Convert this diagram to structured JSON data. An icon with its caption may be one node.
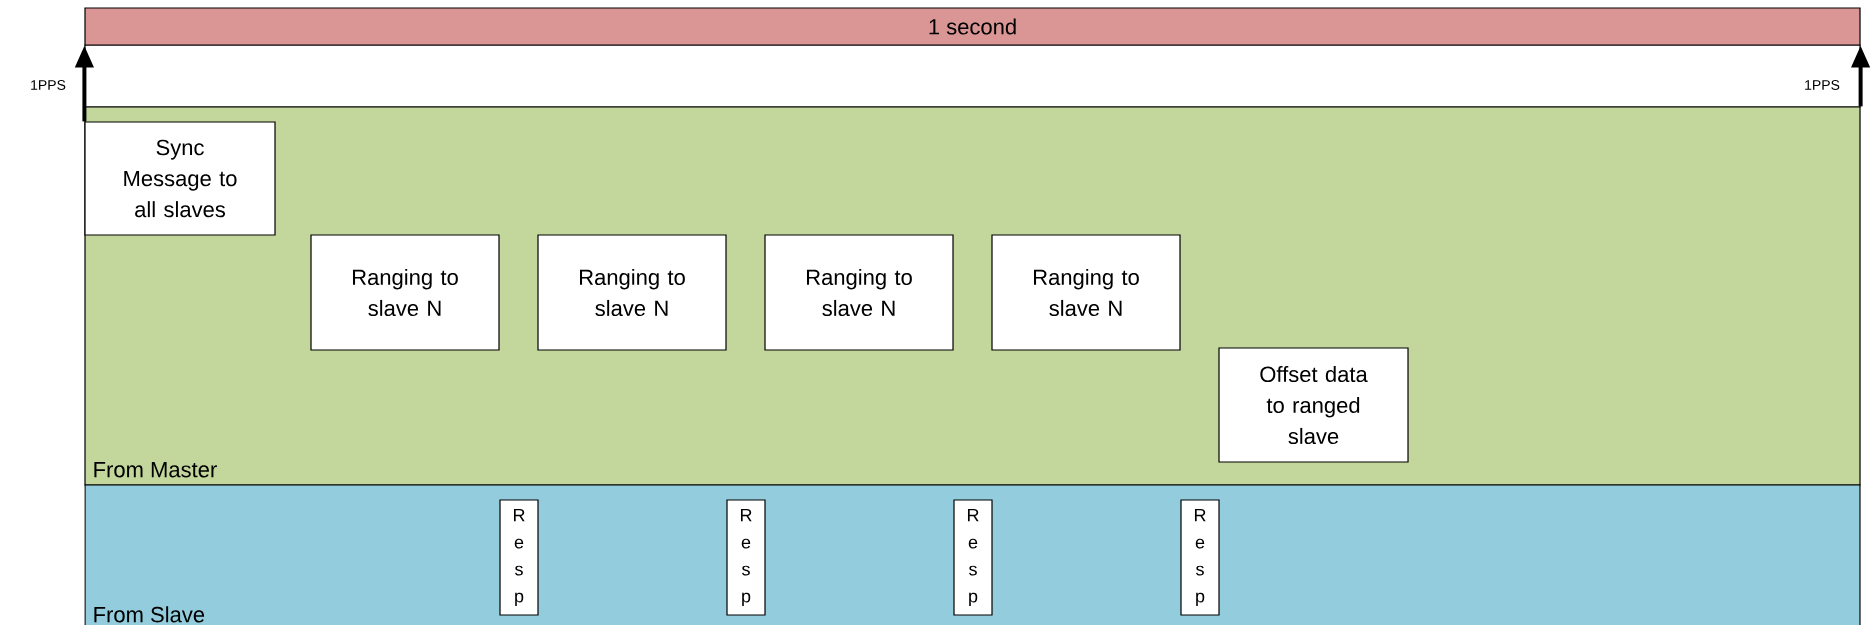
{
  "diagram": {
    "nodes": [
      {
        "text": [
          "1 second"
        ]
      },
      {
        "text": [
          "From Master"
        ]
      },
      {
        "text": [
          "Sync Message to all slaves"
        ],
        "in": 1
      },
      {
        "text": [
          "Ranging to slave N"
        ],
        "in": 1
      },
      {
        "text": [
          "Ranging to slave N"
        ],
        "in": 1
      },
      {
        "text": [
          "Ranging to slave N"
        ],
        "in": 1
      },
      {
        "text": [
          "Ranging to slave N"
        ],
        "in": 1
      },
      {
        "text": [
          "Offset data to ranged slave"
        ],
        "in": 1
      },
      {
        "text": [
          "From Slave"
        ]
      },
      {
        "text": [
          "Resp"
        ],
        "in": 8
      },
      {
        "text": [
          "Resp"
        ],
        "in": 8
      },
      {
        "text": [
          "Resp"
        ],
        "in": 8
      },
      {
        "text": [
          "Resp"
        ],
        "in": 8
      }
    ],
    "edges": [
      {
        "from": 2,
        "to": 0,
        "arrow": "to",
        "label": "1PPS"
      },
      {
        "from": 1,
        "to": 0,
        "arrow": "to",
        "label": "1PPS"
      }
    ]
  }
}
